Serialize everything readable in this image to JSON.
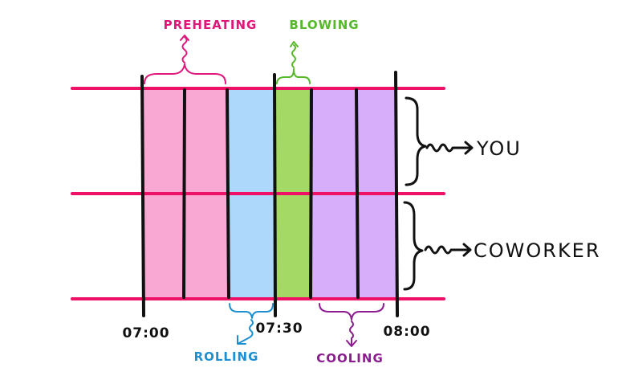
{
  "phases": {
    "preheating": {
      "label": "PREHEATING",
      "color": "#e0167a",
      "fill": "#f9a8d4"
    },
    "rolling": {
      "label": "ROLLING",
      "color": "#1d8fd1",
      "fill": "#aed8fb"
    },
    "blowing": {
      "label": "BLOWING",
      "color": "#56b82a",
      "fill": "#a5d966"
    },
    "cooling": {
      "label": "COOLING",
      "color": "#8b1d8f",
      "fill": "#d6aefa"
    }
  },
  "times": {
    "t0": "07:00",
    "t30": "07:30",
    "t60": "08:00"
  },
  "rows": {
    "you": "YOU",
    "coworker": "COWORKER"
  },
  "colors": {
    "lane_line": "#ee1166",
    "divider": "#111111"
  }
}
